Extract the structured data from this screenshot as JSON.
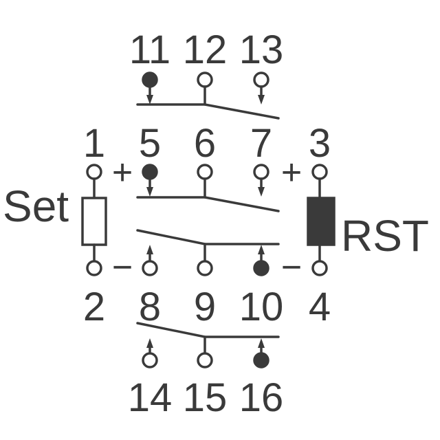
{
  "pins": {
    "p11": "11",
    "p12": "12",
    "p13": "13",
    "p1": "1",
    "p5": "5",
    "p6": "6",
    "p7": "7",
    "p3": "3",
    "p2": "2",
    "p8": "8",
    "p9": "9",
    "p10": "10",
    "p4": "4",
    "p14": "14",
    "p15": "15",
    "p16": "16"
  },
  "coils": {
    "set_label": "Set",
    "reset_label": "RST"
  },
  "polarity": {
    "plus": "+",
    "minus": "−"
  },
  "colors": {
    "ink": "#3a3a3a",
    "background": "#ffffff"
  }
}
